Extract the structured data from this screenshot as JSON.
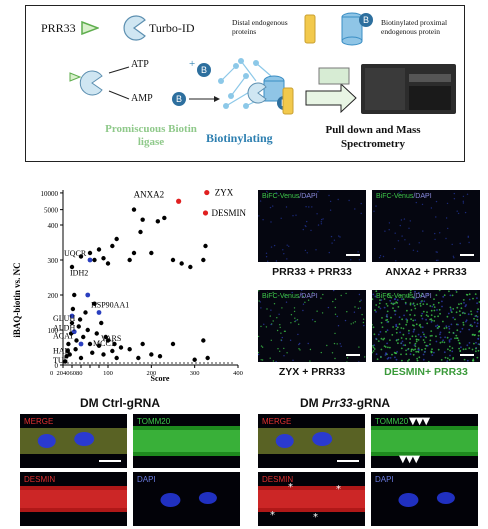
{
  "schematic": {
    "prr33": "PRR33",
    "turbo_id": "Turbo-ID",
    "distal_label": "Distal endogenous proteins",
    "proximal_label": "Biotinylated proximal endogenous protein",
    "atp": "ATP",
    "plus": "+",
    "amp": "AMP",
    "biotin_glyph": "B",
    "promiscuous": "Promiscuous Biotin ligase",
    "biotinylating": "Biotinylating",
    "pull_down": "Pull down and Mass Spectrometry",
    "colors": {
      "green_text": "#8fc98a",
      "blue_text": "#2d7fb0",
      "tag": "#2d8fb8",
      "cylinder": "#3a8ec4",
      "yellow": "#f2c94c"
    }
  },
  "scatter": {
    "ylabel": "iBAQ-biotin vs. NC",
    "xlabel": "Score",
    "xticks": [
      "0",
      "20",
      "40",
      "60",
      "80",
      "100",
      "200",
      "300",
      "400"
    ],
    "yticks": [
      "10000",
      "5000",
      "400",
      "300",
      "200",
      "100",
      "0"
    ],
    "labels": {
      "zyx": "ZYX",
      "anxa2": "ANXA2",
      "desmin": "DESMIN",
      "uqcr": "UQCR",
      "idh2": "IDH2",
      "hsp90": "HSP90AA1",
      "gluh": "GLUH",
      "aldh": "ALDH",
      "acat": "ACAT",
      "vars": "VARS",
      "had": "HAD",
      "mcc": "MCC1",
      "tuf": "TUF"
    }
  },
  "chart_data": {
    "type": "scatter",
    "xlabel": "Score",
    "ylabel": "iBAQ-biotin vs. NC",
    "highlighted": [
      {
        "name": "ZYX",
        "x": 328,
        "y": 10100
      },
      {
        "name": "ANXA2",
        "x": 263,
        "y": 7500
      },
      {
        "name": "DESMIN",
        "x": 325,
        "y": 4000
      }
    ],
    "points": [
      [
        5,
        10
      ],
      [
        8,
        25
      ],
      [
        10,
        40
      ],
      [
        12,
        60
      ],
      [
        15,
        30
      ],
      [
        18,
        90
      ],
      [
        20,
        120
      ],
      [
        22,
        160
      ],
      [
        25,
        200
      ],
      [
        28,
        45
      ],
      [
        30,
        70
      ],
      [
        35,
        110
      ],
      [
        38,
        130
      ],
      [
        40,
        20
      ],
      [
        45,
        80
      ],
      [
        50,
        150
      ],
      [
        55,
        100
      ],
      [
        60,
        60
      ],
      [
        65,
        35
      ],
      [
        70,
        175
      ],
      [
        75,
        90
      ],
      [
        80,
        55
      ],
      [
        85,
        120
      ],
      [
        90,
        30
      ],
      [
        95,
        80
      ],
      [
        100,
        70
      ],
      [
        110,
        40
      ],
      [
        115,
        60
      ],
      [
        120,
        20
      ],
      [
        130,
        50
      ],
      [
        150,
        45
      ],
      [
        170,
        20
      ],
      [
        180,
        60
      ],
      [
        200,
        30
      ],
      [
        220,
        25
      ],
      [
        250,
        60
      ],
      [
        300,
        15
      ],
      [
        320,
        70
      ],
      [
        330,
        20
      ],
      [
        20,
        280
      ],
      [
        40,
        310
      ],
      [
        60,
        320
      ],
      [
        70,
        300
      ],
      [
        80,
        330
      ],
      [
        90,
        305
      ],
      [
        100,
        290
      ],
      [
        110,
        340
      ],
      [
        120,
        360
      ],
      [
        150,
        300
      ],
      [
        160,
        320
      ],
      [
        175,
        380
      ],
      [
        200,
        320
      ],
      [
        215,
        1500
      ],
      [
        230,
        2500
      ],
      [
        250,
        300
      ],
      [
        270,
        290
      ],
      [
        290,
        280
      ],
      [
        320,
        300
      ],
      [
        325,
        340
      ],
      [
        160,
        5000
      ],
      [
        180,
        2000
      ]
    ],
    "blue_points": [
      [
        20,
        140
      ],
      [
        25,
        95
      ],
      [
        40,
        60
      ],
      [
        55,
        200
      ],
      [
        60,
        300
      ],
      [
        80,
        150
      ]
    ]
  },
  "bifc": {
    "legend_a": "BiFC-Venus",
    "legend_sep": "/",
    "legend_b": "DAPI",
    "captions": [
      "PRR33 + PRR33",
      "ANXA2 + PRR33",
      "ZYX + PRR33",
      "DESMIN+ PRR33"
    ]
  },
  "micro": {
    "title_left": "DM Ctrl-gRNA",
    "title_right_prefix": "DM ",
    "title_right_gene": "Prr33",
    "title_right_suffix": "-gRNA",
    "merge": "MERGE",
    "tomm20": "TOMM20",
    "desmin": "DESMIN",
    "dapi": "DAPI",
    "asterisk": "*",
    "arrow": "▼"
  }
}
